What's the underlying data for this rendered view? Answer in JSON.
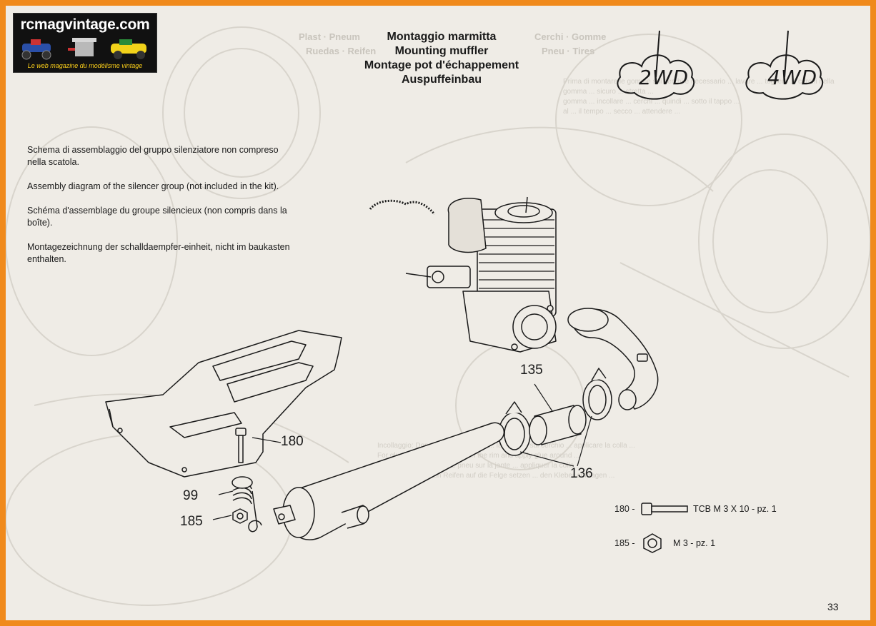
{
  "logo": {
    "title": "rcmagvintage.com",
    "tagline": "Le web magazine du modélisme vintage"
  },
  "titles": [
    "Montaggio marmitta",
    "Mounting muffler",
    "Montage pot d'échappement",
    "Auspuffeinbau"
  ],
  "description": [
    "Schema di assemblaggio del gruppo silenziatore non compreso nella scatola.",
    "Assembly diagram of the silencer group (not included in the kit).",
    "Schéma d'assemblage du groupe silencieux (non compris dans la boîte).",
    "Montagezeichnung der schalldaempfer-einheit, nicht im baukasten enthalten."
  ],
  "badges": [
    "2WD",
    "4WD"
  ],
  "part_labels": {
    "p135": "135",
    "p136": "136",
    "p180": "180",
    "p99": "99",
    "p185": "185"
  },
  "legend": [
    {
      "num": "180 -",
      "desc": "TCB M 3 X 10 - pz. 1",
      "icon": "screw-icon"
    },
    {
      "num": "185 -",
      "desc": "M 3 - pz. 1",
      "icon": "nut-icon"
    }
  ],
  "page_number": "33",
  "colors": {
    "frame": "#f08a1c",
    "paper": "#efece6",
    "ink": "#1a1a1a",
    "logo_bg": "#111111",
    "tagline": "#ffd21a"
  }
}
